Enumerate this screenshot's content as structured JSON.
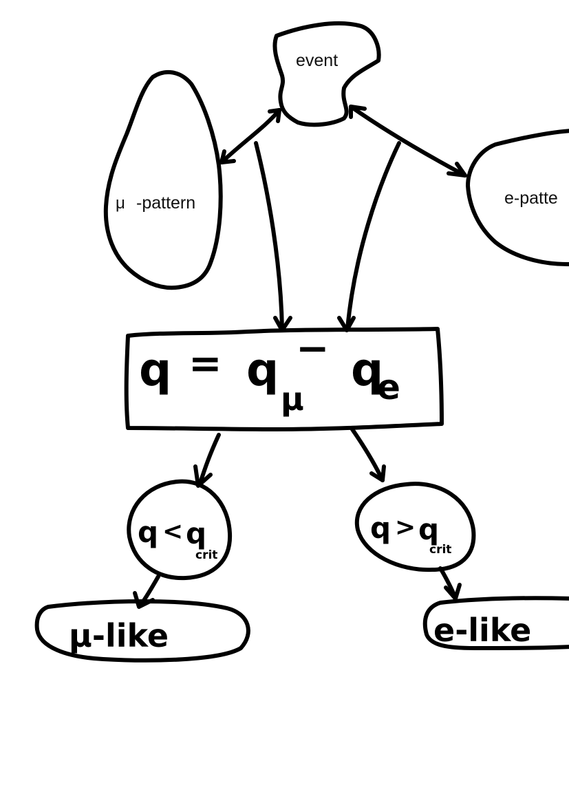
{
  "nodes": {
    "event": {
      "label": "event"
    },
    "mu_pattern": {
      "symbol": "μ",
      "label": "-pattern"
    },
    "e_pattern": {
      "label": "e-patte"
    },
    "formula": {
      "q": "q",
      "eq": "=",
      "q_mu": "q",
      "mu_sub": "μ",
      "minus": "−",
      "q_e": "q",
      "e_sub": "e"
    },
    "cond_less": {
      "q": "q",
      "op": "<",
      "qcrit": "q",
      "sub": "crit"
    },
    "cond_greater": {
      "q": "q",
      "op": ">",
      "qcrit": "q",
      "sub": "crit"
    },
    "mu_like": {
      "label": "μ-like"
    },
    "e_like": {
      "label": "e-like"
    }
  },
  "colors": {
    "ink": "#000000",
    "background": "#ffffff"
  }
}
